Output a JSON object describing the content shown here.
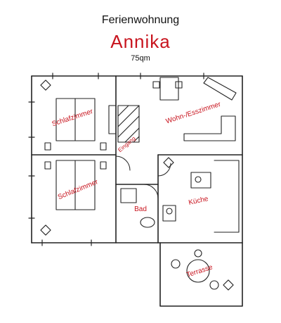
{
  "header": {
    "line1": "Ferienwohnung",
    "name": "Annika",
    "area": "75qm"
  },
  "rooms": {
    "schlafzimmer_1": "Schlafzimmer",
    "schlafzimmer_2": "Schlafzimmer",
    "eingang": "Eingang",
    "wohn_esszimmer": "Wohn-/Esszimmer",
    "bad": "Bad",
    "kueche": "Küche",
    "terrasse": "Terrasse"
  },
  "colors": {
    "label_red": "#c8141e",
    "line": "#222222"
  }
}
